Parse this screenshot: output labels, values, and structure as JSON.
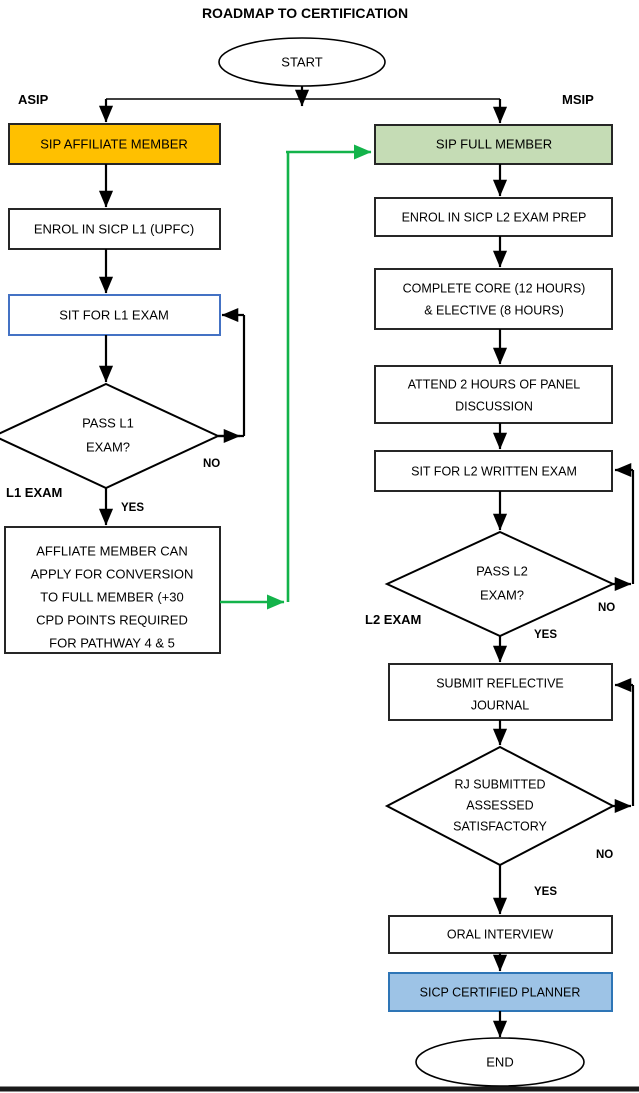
{
  "diagram": {
    "title": "ROADMAP TO CERTIFICATION",
    "type": "flowchart",
    "lanes": [
      {
        "id": "asip",
        "label": "ASIP"
      },
      {
        "id": "msip",
        "label": "MSIP"
      }
    ],
    "colors": {
      "affiliate_fill": "#FFC000",
      "full_member_fill": "#C5DCB5",
      "certified_fill": "#9DC3E6",
      "certified_border": "#2E75B6",
      "exam_box_border": "#4472C4",
      "default_border": "#262626",
      "conversion_arrow": "#13B34A",
      "connector": "#000000",
      "background": "#FFFFFF"
    },
    "terminators": {
      "start": "START",
      "end": "END"
    },
    "nodes": {
      "start": "START",
      "affiliate_member": "SIP AFFILIATE MEMBER",
      "full_member": "SIP FULL MEMBER",
      "enrol_l1": "ENROL IN SICP L1 (UPFC)",
      "enrol_l2": "ENROL IN SICP L2 EXAM PREP",
      "sit_l1": "SIT FOR L1 EXAM",
      "complete_core_line1": "COMPLETE CORE (12 HOURS)",
      "complete_core_line2": "& ELECTIVE (8 HOURS)",
      "panel_line1": "ATTEND 2 HOURS OF PANEL",
      "panel_line2": "DISCUSSION",
      "sit_l2": "SIT FOR L2 WRITTEN EXAM",
      "pass_l1_line1": "PASS L1",
      "pass_l1_line2": "EXAM?",
      "pass_l2_line1": "PASS L2",
      "pass_l2_line2": "EXAM?",
      "conversion_line1": "AFFLIATE MEMBER CAN",
      "conversion_line2": "APPLY FOR CONVERSION",
      "conversion_line3": "TO FULL MEMBER (+30",
      "conversion_line4": "CPD POINTS REQUIRED",
      "conversion_line5": "FOR PATHWAY 4 & 5",
      "submit_rj_line1": "SUBMIT REFLECTIVE",
      "submit_rj_line2": "JOURNAL",
      "rj_assess_line1": "RJ SUBMITTED",
      "rj_assess_line2": "ASSESSED",
      "rj_assess_line3": "SATISFACTORY",
      "oral_interview": "ORAL INTERVIEW",
      "certified_planner": "SICP CERTIFIED PLANNER",
      "end": "END"
    },
    "edge_labels": {
      "l1_exam_group": "L1 EXAM",
      "l2_exam_group": "L2 EXAM",
      "l1_no": "NO",
      "l1_yes": "YES",
      "l2_no": "NO",
      "l2_yes": "YES",
      "rj_no": "NO",
      "rj_yes": "YES"
    }
  }
}
